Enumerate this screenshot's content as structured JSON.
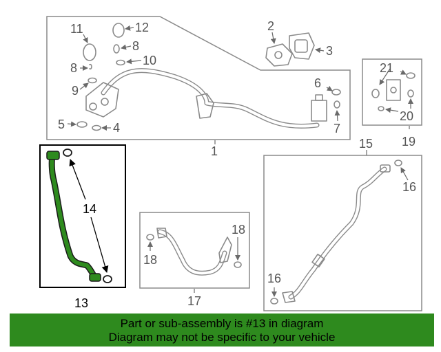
{
  "callouts": {
    "c1": "1",
    "c2": "2",
    "c3": "3",
    "c4": "4",
    "c5": "5",
    "c6": "6",
    "c7": "7",
    "c8a": "8",
    "c8b": "8",
    "c9": "9",
    "c10": "10",
    "c11": "11",
    "c12": "12",
    "c13": "13",
    "c14": "14",
    "c15": "15",
    "c16a": "16",
    "c16b": "16",
    "c17": "17",
    "c18a": "18",
    "c18b": "18",
    "c19": "19",
    "c20": "20",
    "c21": "21"
  },
  "highlight_color": "#2e8a1e",
  "banner": {
    "line1": "Part or sub-assembly is #13 in diagram",
    "line2": "Diagram may not be specific to your vehicle"
  }
}
